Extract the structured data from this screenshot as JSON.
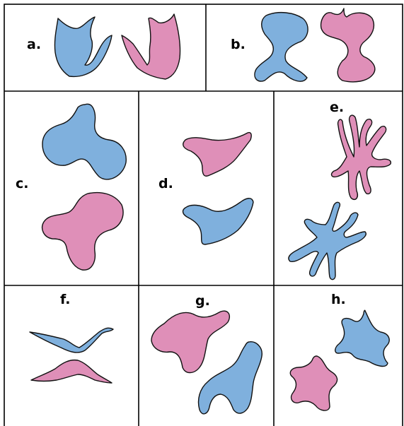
{
  "colors": {
    "blue": "#7fb0dd",
    "pink": "#df8fb8",
    "stroke": "#111111",
    "border": "#000000",
    "background": "#ffffff"
  },
  "panels": [
    {
      "id": "a",
      "label": "a.",
      "shapes": [
        {
          "color": "blue"
        },
        {
          "color": "pink"
        }
      ]
    },
    {
      "id": "b",
      "label": "b.",
      "shapes": [
        {
          "color": "blue"
        },
        {
          "color": "pink"
        }
      ]
    },
    {
      "id": "c",
      "label": "c.",
      "shapes": [
        {
          "color": "blue"
        },
        {
          "color": "pink"
        }
      ]
    },
    {
      "id": "d",
      "label": "d.",
      "shapes": [
        {
          "color": "pink"
        },
        {
          "color": "blue"
        }
      ]
    },
    {
      "id": "e",
      "label": "e.",
      "shapes": [
        {
          "color": "pink"
        },
        {
          "color": "blue"
        }
      ]
    },
    {
      "id": "f",
      "label": "f.",
      "shapes": [
        {
          "color": "blue"
        },
        {
          "color": "pink"
        }
      ]
    },
    {
      "id": "g",
      "label": "g.",
      "shapes": [
        {
          "color": "pink"
        },
        {
          "color": "blue"
        }
      ]
    },
    {
      "id": "h",
      "label": "h.",
      "shapes": [
        {
          "color": "blue"
        },
        {
          "color": "pink"
        }
      ]
    }
  ]
}
